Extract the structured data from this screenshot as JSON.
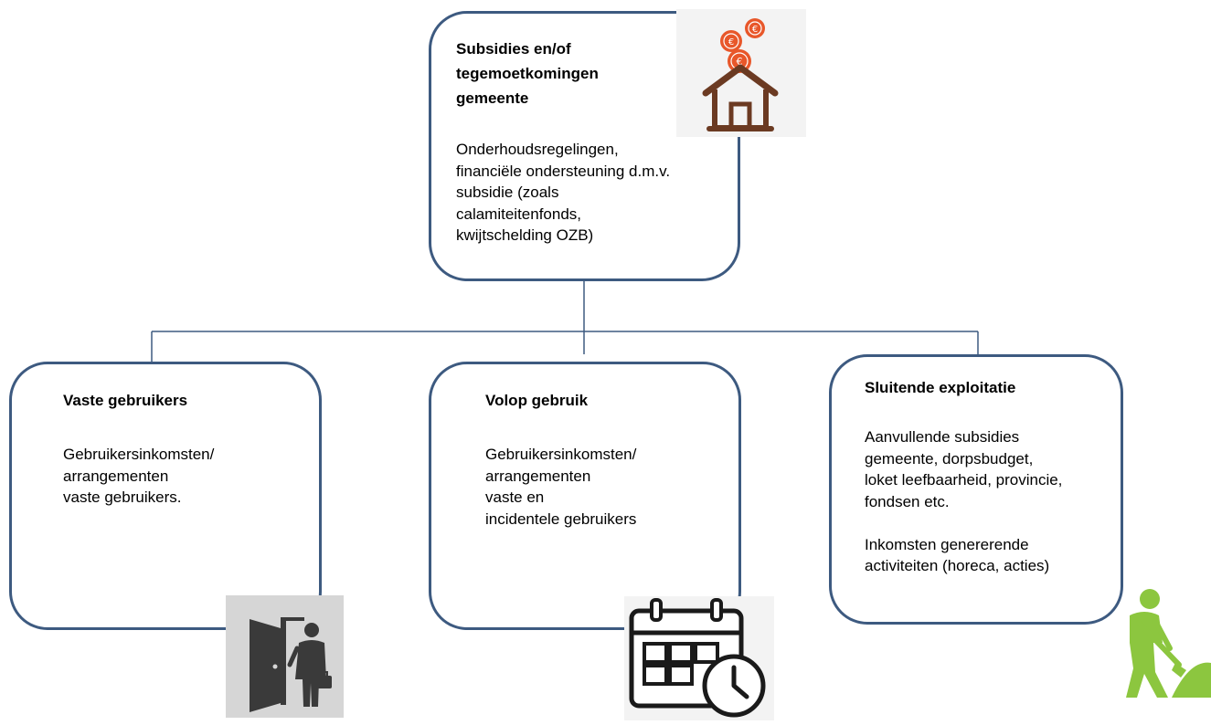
{
  "top_box": {
    "title": "Subsidies en/of\ntegemoetkomingen\ngemeente",
    "body": "Onderhoudsregelingen,\nfinanciële ondersteuning d.m.v.\nsubsidie (zoals\ncalamiteitenfonds,\nkwijtschelding OZB)",
    "icon": "house-with-euro-coins-icon"
  },
  "branches": [
    {
      "title": "Vaste gebruikers",
      "body": "Gebruikersinkomsten/\narrangementen\nvaste gebruikers.",
      "icon": "person-at-door-icon"
    },
    {
      "title": "Volop gebruik",
      "body": "Gebruikersinkomsten/\narrangementen\nvaste en\nincidentele gebruikers",
      "icon": "calendar-clock-icon"
    },
    {
      "title": "Sluitende exploitatie",
      "body": "Aanvullende subsidies\ngemeente, dorpsbudget,\nloket leefbaarheid, provincie,\nfondsen etc.\n\nInkomsten genererende\nactiviteiten (horeca, acties)",
      "icon": "worker-shoveling-icon"
    }
  ],
  "colors": {
    "box_border": "#3d5a80",
    "connector": "#3d5a80",
    "coin": "#e8572a",
    "house": "#6b3a22",
    "worker": "#8cc63f",
    "door_icon": "#3a3a3a"
  }
}
